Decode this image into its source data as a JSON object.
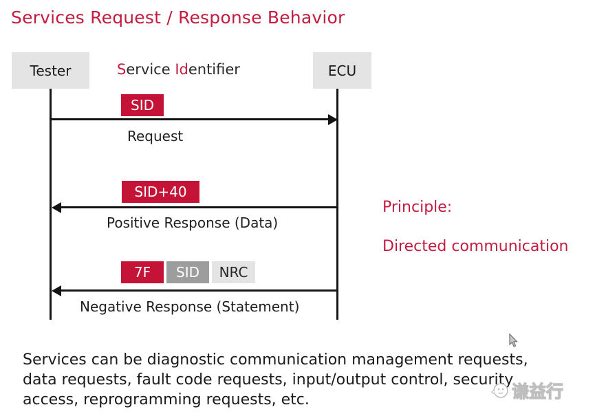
{
  "title": "Services Request / Response Behavior",
  "diagram": {
    "tester_label": "Tester",
    "ecu_label": "ECU",
    "service_identifier": {
      "part1": "S",
      "part2": "ervice ",
      "part3": "Id",
      "part4": "entifier"
    },
    "messages": [
      {
        "direction": "tester-to-ecu",
        "badges": [
          {
            "label": "SID",
            "style": "red"
          }
        ],
        "label": "Request"
      },
      {
        "direction": "ecu-to-tester",
        "badges": [
          {
            "label": "SID+40",
            "style": "red"
          }
        ],
        "label": "Positive Response (Data)"
      },
      {
        "direction": "ecu-to-tester",
        "badges": [
          {
            "label": "7F",
            "style": "red"
          },
          {
            "label": "SID",
            "style": "gray"
          },
          {
            "label": "NRC",
            "style": "light"
          }
        ],
        "label": "Negative Response (Statement)"
      }
    ],
    "principle_heading": "Principle:",
    "principle_text": "Directed communication"
  },
  "footer": {
    "lines": [
      "Services can be diagnostic communication management requests,",
      "data requests, fault code requests, input/output control, security",
      "access, reprogramming requests, etc."
    ]
  },
  "watermark": {
    "text": "谦益行"
  },
  "colors": {
    "accent_crimson": "#c21d41",
    "badge_red": "#c41336",
    "badge_gray": "#9d9d9d",
    "badge_light_gray": "#e4e4e4",
    "actor_box_gray": "#e4e4e4",
    "line_black": "#141414"
  }
}
